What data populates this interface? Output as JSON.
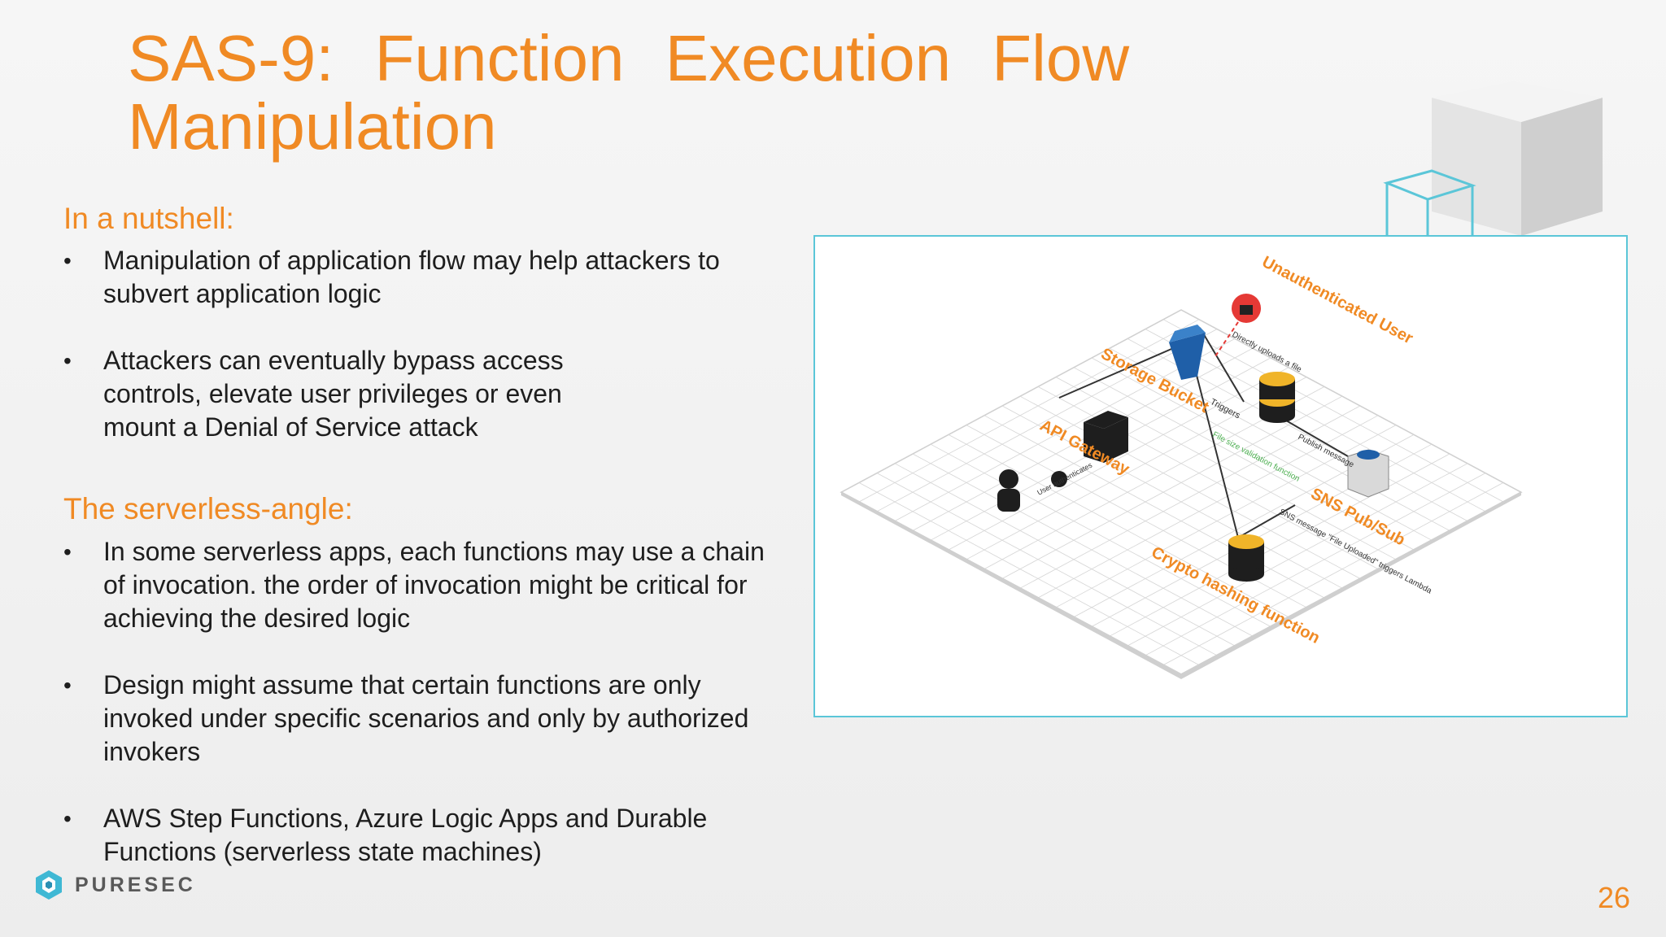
{
  "slide": {
    "title_line1": "SAS-9:  Function  Execution  Flow",
    "title_line2": "Manipulation",
    "page_number": "26"
  },
  "nutshell": {
    "heading": "In a nutshell:",
    "bullets": [
      "Manipulation of application flow may help attackers to subvert application logic",
      "Attackers can eventually bypass access controls, elevate user privileges or even mount a Denial of Service attack"
    ]
  },
  "serverless": {
    "heading": "The serverless-angle:",
    "bullets": [
      "In some serverless apps, each functions may use a chain of invocation. the order of invocation might be critical for achieving the desired logic",
      "Design might assume that certain functions are only invoked under specific scenarios and only by authorized invokers",
      "AWS Step Functions, Azure Logic Apps and Durable Functions (serverless state machines)"
    ]
  },
  "diagram": {
    "unauth_user": "Unauthenticated User",
    "storage_bucket": "Storage Bucket",
    "api_gateway": "API Gateway",
    "sns": "SNS Pub/Sub",
    "crypto": "Crypto hashing function",
    "directly_uploads": "Directly uploads a file",
    "triggers": "Triggers",
    "file_size": "File size validation function",
    "publish": "Publish message",
    "sns_msg": "SNS message \"File Uploaded\" triggers Lambda",
    "user_auth": "User authenticates"
  },
  "footer": {
    "logo_text": "PURESEC"
  },
  "colors": {
    "accent": "#f08a24",
    "frame": "#5bc6d8"
  }
}
